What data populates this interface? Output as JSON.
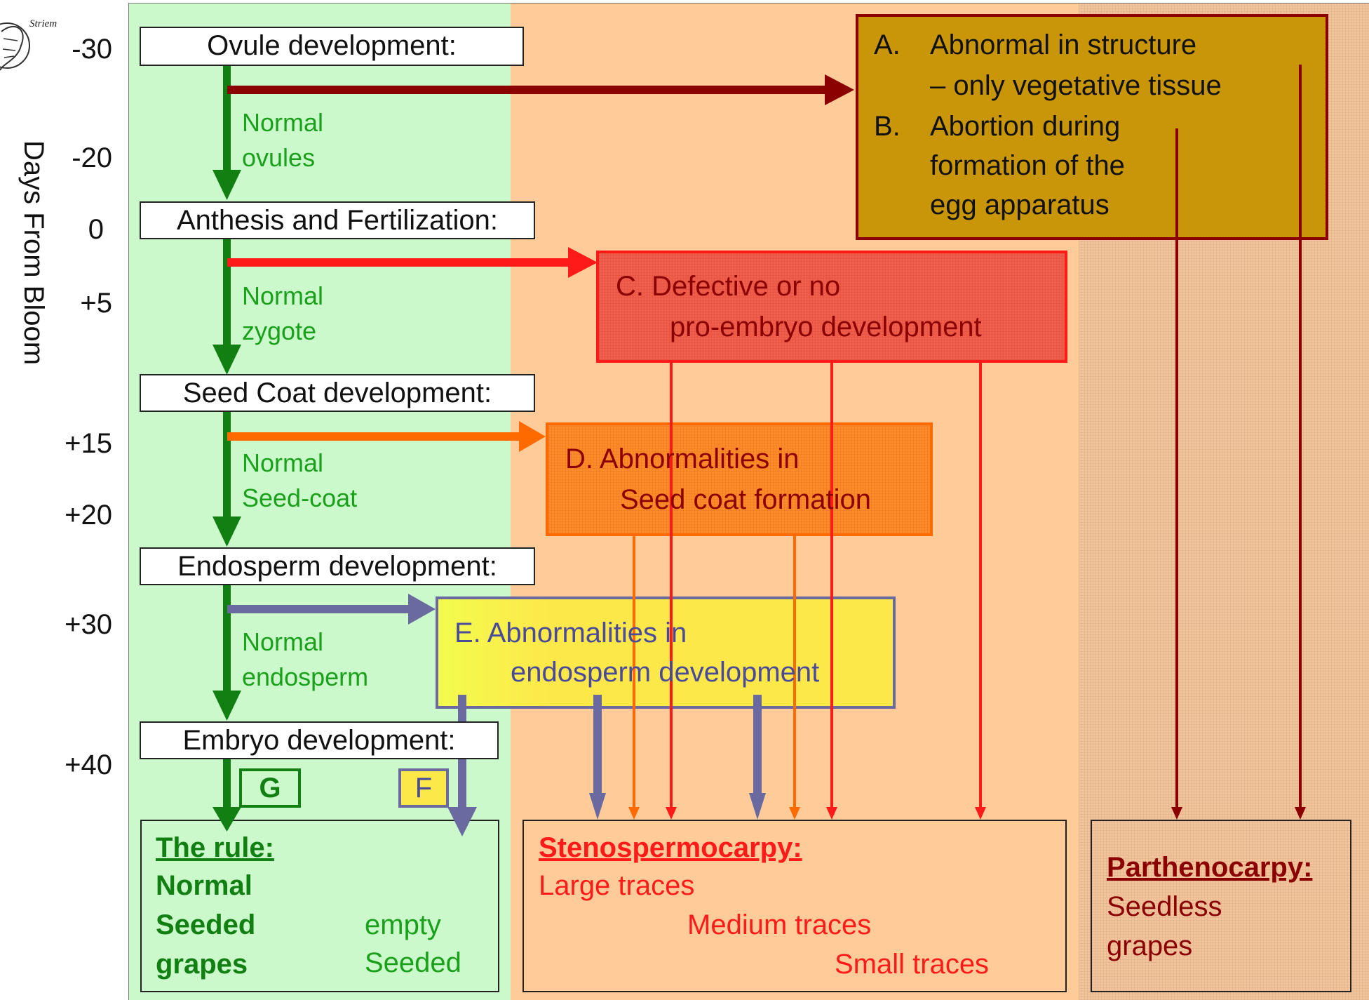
{
  "logo_text": "Striem",
  "axis_label": "Days From Bloom",
  "ticks": [
    "-30",
    "-20",
    "0",
    "+5",
    "+15",
    "+20",
    "+30",
    "+40"
  ],
  "stages": {
    "ovule": "Ovule development:",
    "anthesis": "Anthesis and Fertilization:",
    "seedcoat": "Seed Coat development:",
    "endosperm": "Endosperm development:",
    "embryo": "Embryo development:"
  },
  "notes": {
    "ovules": [
      "Normal",
      "ovules"
    ],
    "zygote": [
      "Normal",
      "zygote"
    ],
    "seedcoat": [
      "Normal",
      "Seed-coat"
    ],
    "endosperm": [
      "Normal",
      "endosperm"
    ]
  },
  "defects": {
    "A_letter": "A.",
    "A_line1": "Abnormal in structure",
    "A_line2": "– only vegetative tissue",
    "B_letter": "B.",
    "B_line1": "Abortion during",
    "B_line2": "formation of the",
    "B_line3": "egg apparatus",
    "C_line1": "C. Defective or no",
    "C_line2": "pro-embryo development",
    "D_line1": "D. Abnormalities in",
    "D_line2": "Seed coat formation",
    "E_line1": "E. Abnormalities in",
    "E_line2": "endosperm development"
  },
  "tags": {
    "G": "G",
    "F": "F"
  },
  "outcomes": {
    "rule_title": "The rule:",
    "rule_l1": "Normal",
    "rule_l2": "Seeded",
    "rule_l3": "grapes",
    "empty": "empty",
    "seeded": "Seeded",
    "steno_title": "Stenospermocarpy:",
    "steno_large": "Large traces",
    "steno_medium": "Medium traces",
    "steno_small": "Small traces",
    "partheno_title": "Parthenocarpy:",
    "partheno_l1": "Seedless",
    "partheno_l2": "grapes"
  },
  "colors": {
    "green_panel": "#ccf9cc",
    "peach_panel": "#ffcc99",
    "brown_panel": "#f3c49c",
    "green": "#127f12",
    "dark_red": "#8b0000",
    "red": "#ff1a1a",
    "orange": "#ff6a00",
    "slate": "#6a6aa0",
    "gold": "#c9960a",
    "yellow": "#fde84a"
  }
}
